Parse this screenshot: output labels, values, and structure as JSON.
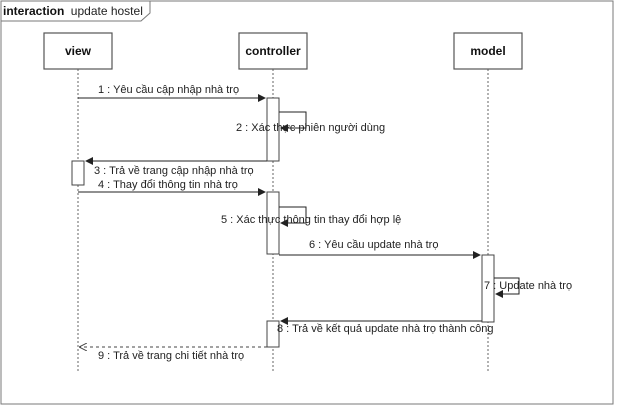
{
  "frame": {
    "keyword": "interaction",
    "name": "update hostel"
  },
  "lifelines": [
    {
      "id": "view",
      "label": "view"
    },
    {
      "id": "controller",
      "label": "controller"
    },
    {
      "id": "model",
      "label": "model"
    }
  ],
  "messages": [
    {
      "label": "1 : Yêu cầu cập nhập nhà trọ",
      "from": "view",
      "to": "controller",
      "kind": "sync"
    },
    {
      "label": "2 : Xác thực phiên người dùng",
      "from": "controller",
      "to": "controller",
      "kind": "self"
    },
    {
      "label": "3 : Trả về trang cập nhập nhà trọ",
      "from": "controller",
      "to": "view",
      "kind": "sync"
    },
    {
      "label": "4 : Thay đổi thông tin nhà trọ",
      "from": "view",
      "to": "controller",
      "kind": "sync"
    },
    {
      "label": "5 : Xác thực thông tin thay đổi hợp lệ",
      "from": "controller",
      "to": "controller",
      "kind": "self"
    },
    {
      "label": "6 : Yêu cầu update nhà trọ",
      "from": "controller",
      "to": "model",
      "kind": "sync"
    },
    {
      "label": "7 : Update nhà trọ",
      "from": "model",
      "to": "model",
      "kind": "self"
    },
    {
      "label": "8 : Trả về kết quả update nhà trọ thành công",
      "from": "model",
      "to": "controller",
      "kind": "sync"
    },
    {
      "label": "9 : Trả về trang chi tiết nhà trọ",
      "from": "controller",
      "to": "view",
      "kind": "return"
    }
  ]
}
